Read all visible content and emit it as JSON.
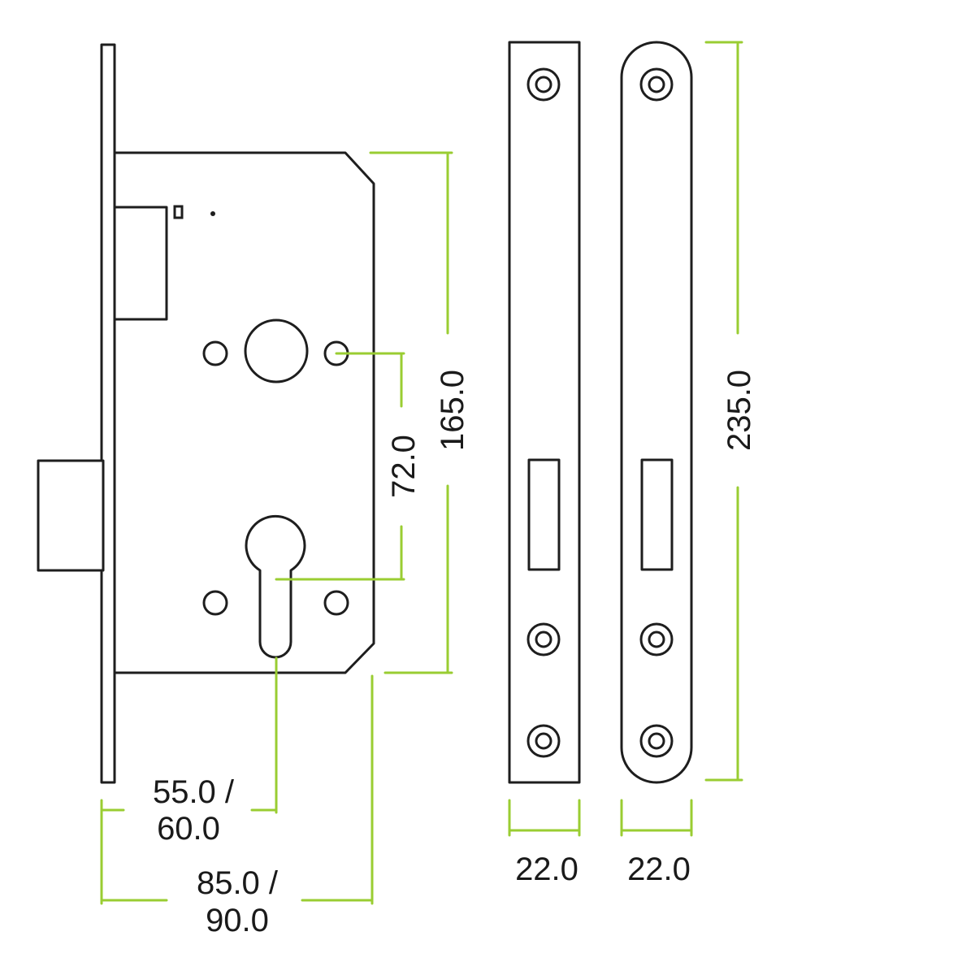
{
  "colors": {
    "outline": "#1e1e1e",
    "dimension_line": "#9acd32",
    "background": "#ffffff",
    "label": "#1a1a1a"
  },
  "dimensions": {
    "case_height": "165.0",
    "centres": "72.0",
    "strike_height": "235.0",
    "backset": [
      "55.0 /",
      "60.0"
    ],
    "case_depth": [
      "85.0 /",
      "90.0"
    ],
    "square_forend_width": "22.0",
    "radius_forend_width": "22.0"
  }
}
